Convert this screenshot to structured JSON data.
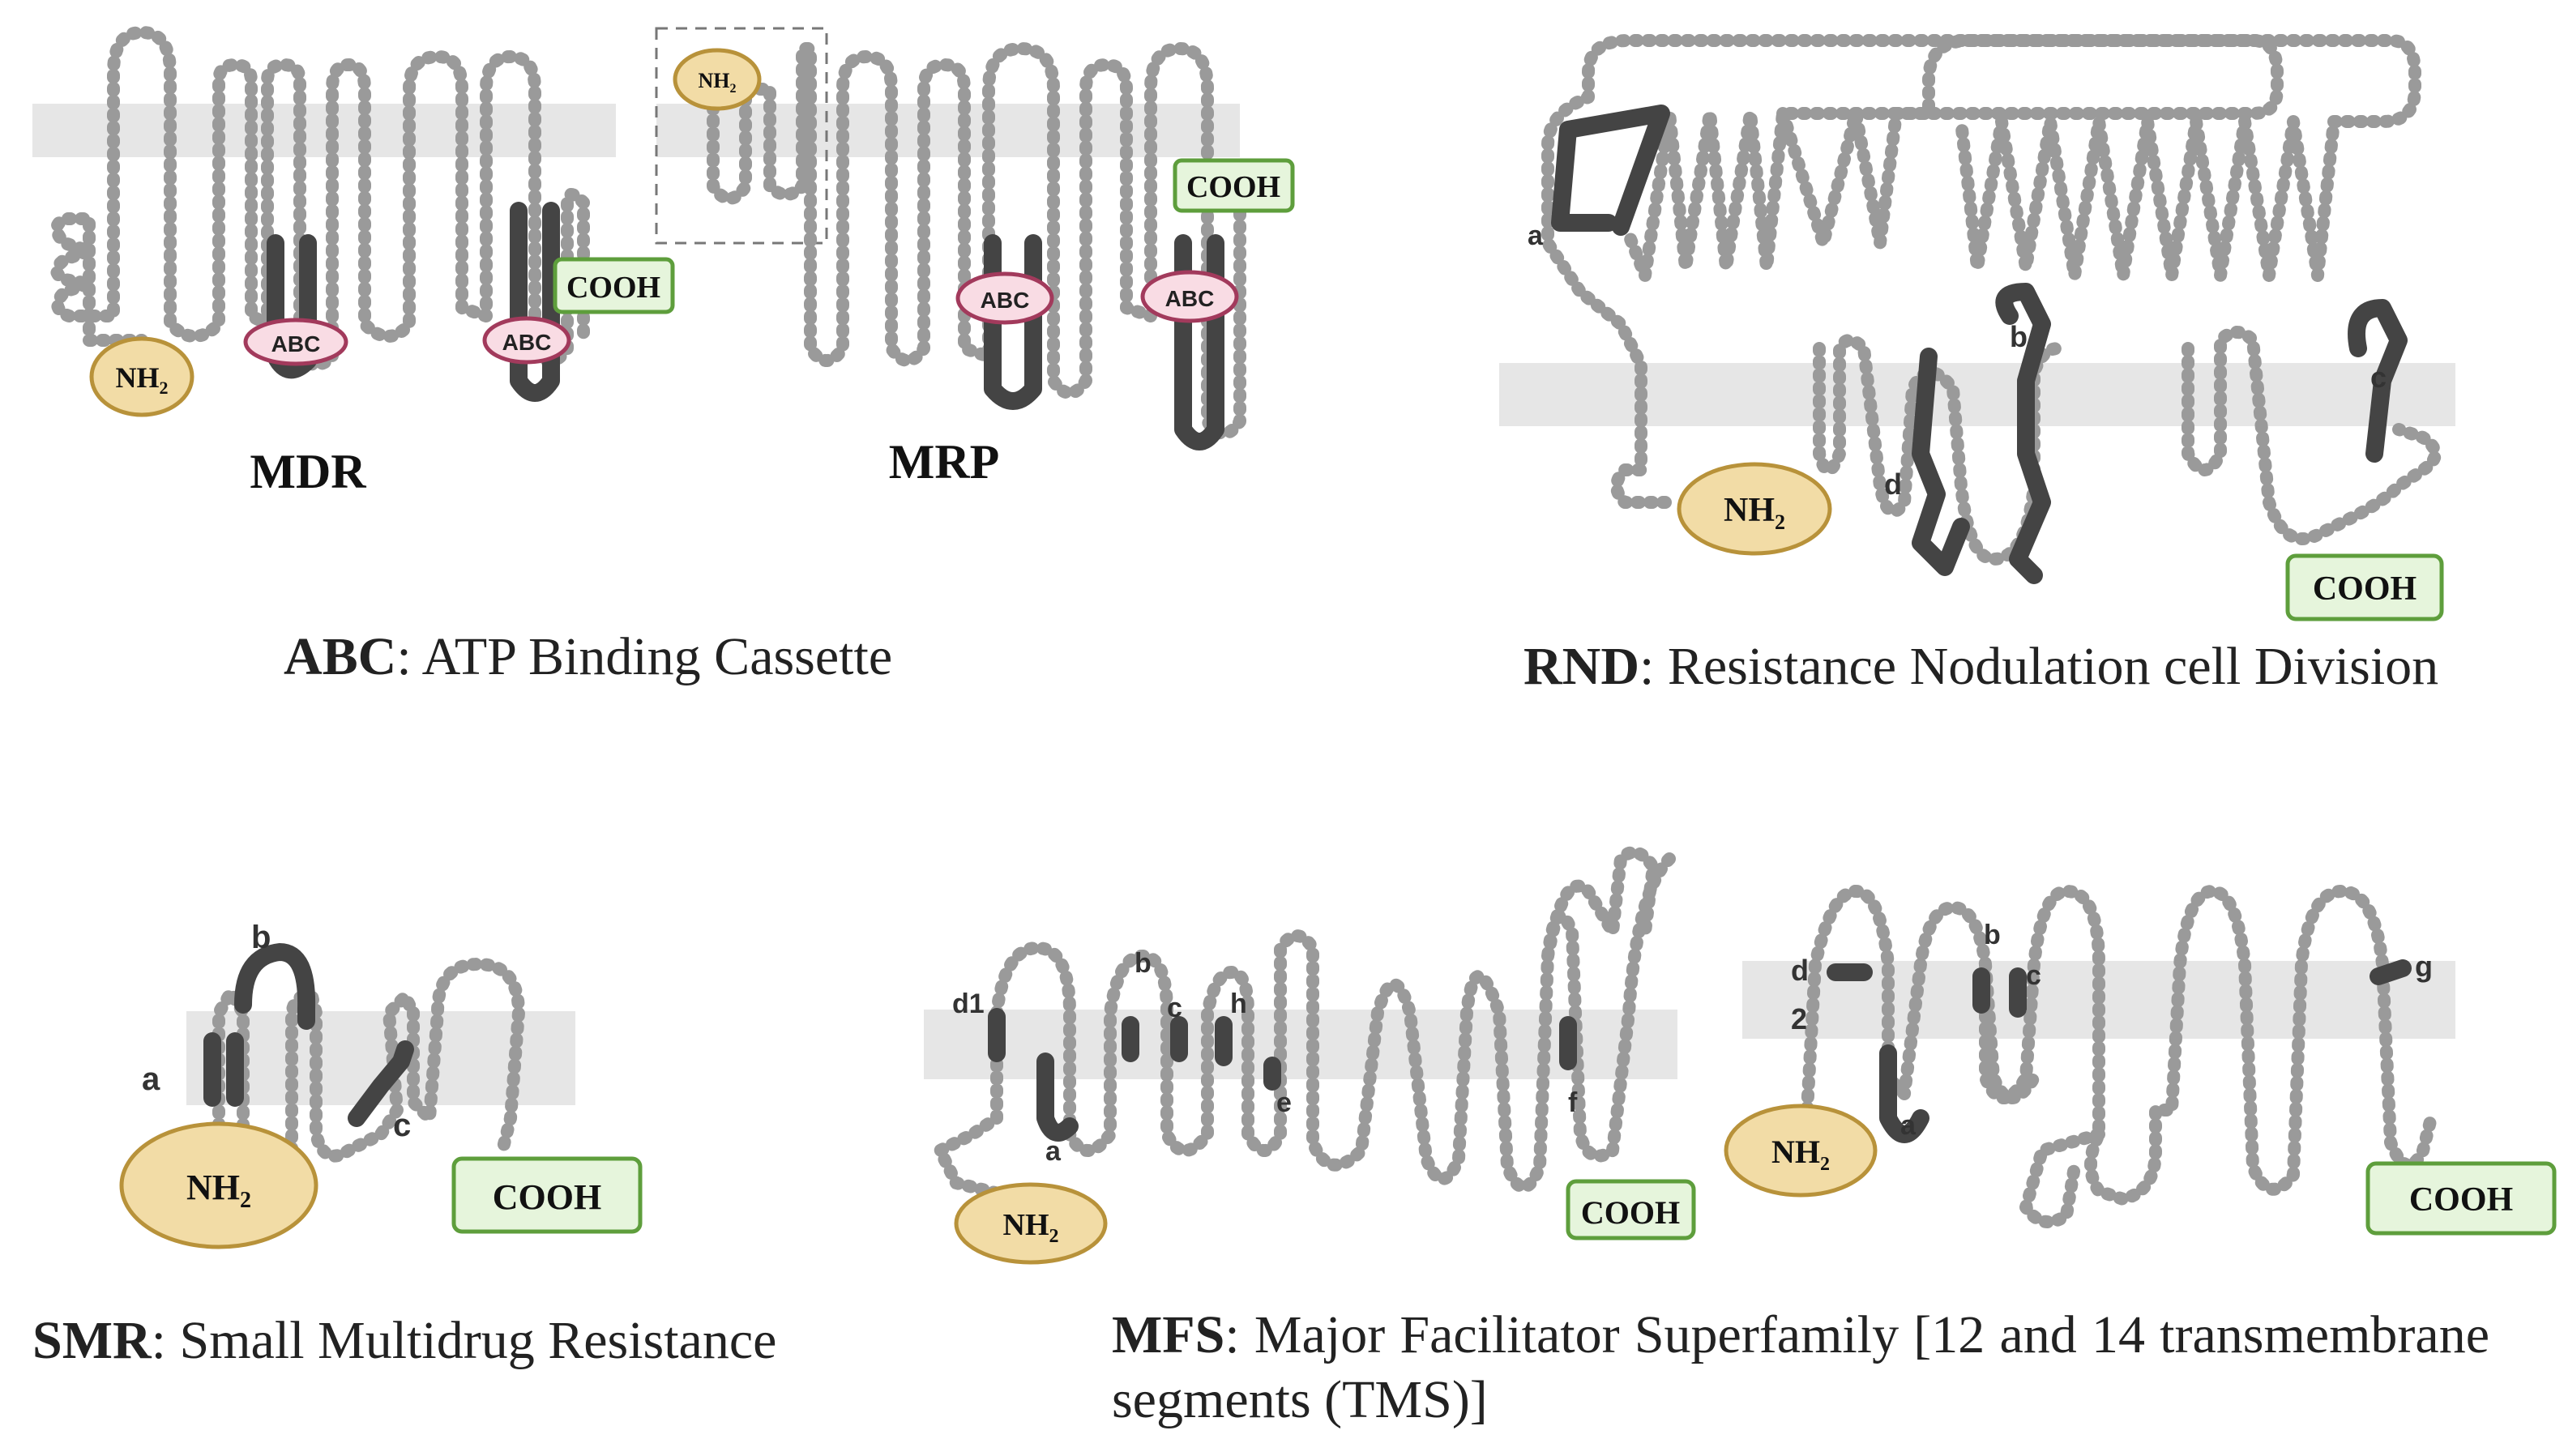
{
  "families": {
    "abc": {
      "abbr": "ABC",
      "full": "ATP Binding Cassette",
      "sub1": "MDR",
      "sub2": "MRP",
      "domain_label": "ABC",
      "nh2": "NH",
      "sub": "2",
      "cooh": "COOH"
    },
    "rnd": {
      "abbr": "RND",
      "full": "Resistance Nodulation cell Division",
      "nh2": "NH",
      "sub": "2",
      "cooh": "COOH",
      "letters": [
        "a",
        "b",
        "c",
        "d"
      ]
    },
    "smr": {
      "abbr": "SMR",
      "full": "Small Multidrug Resistance",
      "nh2": "NH",
      "sub": "2",
      "cooh": "COOH",
      "letters": [
        "a",
        "b",
        "c"
      ]
    },
    "mfs": {
      "abbr": "MFS",
      "full": "Major Facilitator Superfamily [12 and 14 transmembrane segments (TMS)]",
      "nh2": "NH",
      "sub": "2",
      "cooh": "COOH",
      "letters12": [
        "d1",
        "b",
        "c",
        "h",
        "e",
        "f",
        "a"
      ],
      "letters14": [
        "d",
        "2",
        "b",
        "c",
        "g",
        "a"
      ]
    }
  },
  "colors": {
    "nh2_fill": "#f2dca6",
    "nh2_stroke": "#b8923a",
    "cooh_fill": "#e6f5dc",
    "cooh_stroke": "#5e9e3c",
    "abc_fill": "#f9dce4",
    "abc_stroke": "#a23a5c",
    "membrane": "#e6e6e6",
    "chain": "#9a9a9a",
    "highlight": "#444444"
  }
}
